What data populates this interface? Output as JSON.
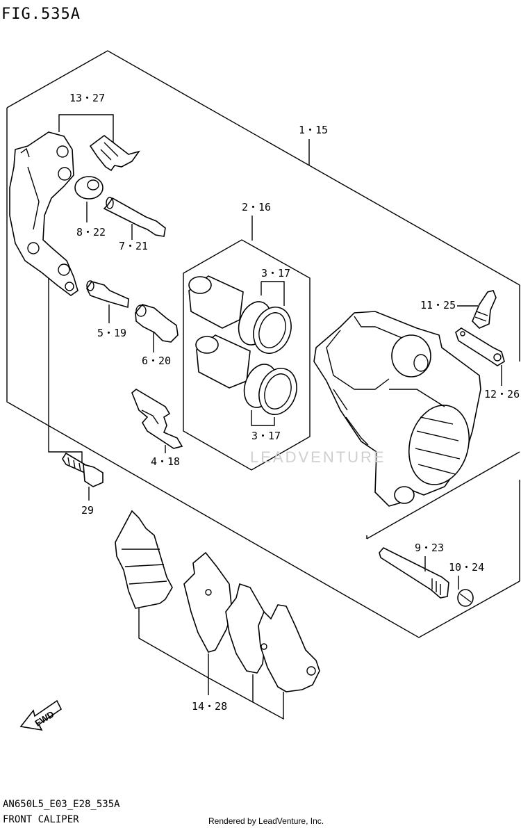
{
  "figure": {
    "title": "FIG.535A",
    "code": "AN650L5_E03_E28_535A",
    "caption": "FRONT CALIPER",
    "rendered_by": "Rendered by LeadVenture, Inc.",
    "watermark": "LEADVENTURE",
    "fwd_label": "FWD"
  },
  "callouts": {
    "p1": "1・15",
    "p2": "2・16",
    "p3a": "3・17",
    "p3b": "3・17",
    "p4": "4・18",
    "p5": "5・19",
    "p6": "6・20",
    "p7": "7・21",
    "p8": "8・22",
    "p9": "9・23",
    "p10": "10・24",
    "p11": "11・25",
    "p12": "12・26",
    "p13": "13・27",
    "p14": "14・28",
    "p29": "29"
  }
}
